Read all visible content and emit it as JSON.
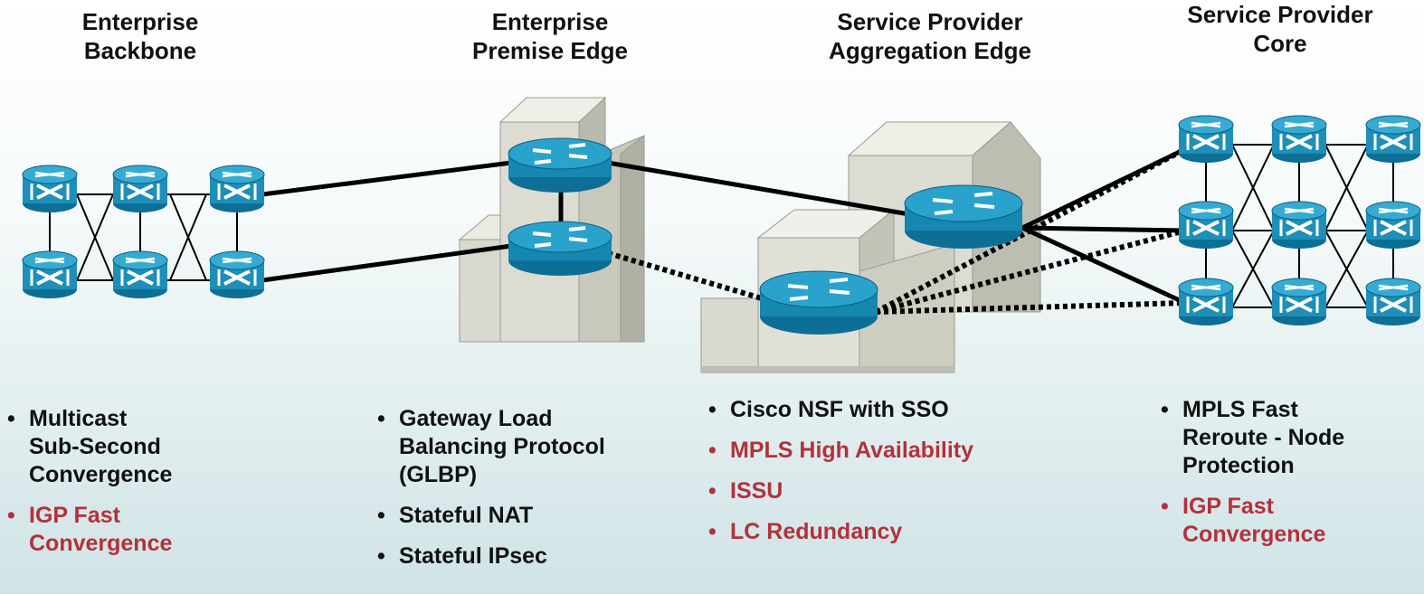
{
  "columns": [
    {
      "title": "Enterprise\nBackbone",
      "features": [
        {
          "text": "Multicast\nSub-Second\nConvergence",
          "color": "#111111"
        },
        {
          "text": "IGP Fast\nConvergence",
          "color": "#b3313b"
        }
      ]
    },
    {
      "title": "Enterprise\nPremise Edge",
      "features": [
        {
          "text": "Gateway Load\nBalancing Protocol\n(GLBP)",
          "color": "#111111"
        },
        {
          "text": "Stateful NAT",
          "color": "#111111"
        },
        {
          "text": "Stateful IPsec",
          "color": "#111111"
        }
      ]
    },
    {
      "title": "Service Provider\nAggregation Edge",
      "features": [
        {
          "text": "Cisco NSF with SSO",
          "color": "#111111"
        },
        {
          "text": "MPLS High Availability",
          "color": "#b3313b"
        },
        {
          "text": "ISSU",
          "color": "#b3313b"
        },
        {
          "text": "LC Redundancy",
          "color": "#b3313b"
        }
      ]
    },
    {
      "title": "Service Provider\nCore",
      "features": [
        {
          "text": "MPLS Fast\nReroute - Node\nProtection",
          "color": "#111111"
        },
        {
          "text": "IGP Fast\nConvergence",
          "color": "#b3313b"
        }
      ]
    }
  ],
  "colors": {
    "device": "#1d8fb8",
    "device_dark": "#0d6f95",
    "highlight": "#b3313b",
    "building": "#d8d8cc"
  }
}
